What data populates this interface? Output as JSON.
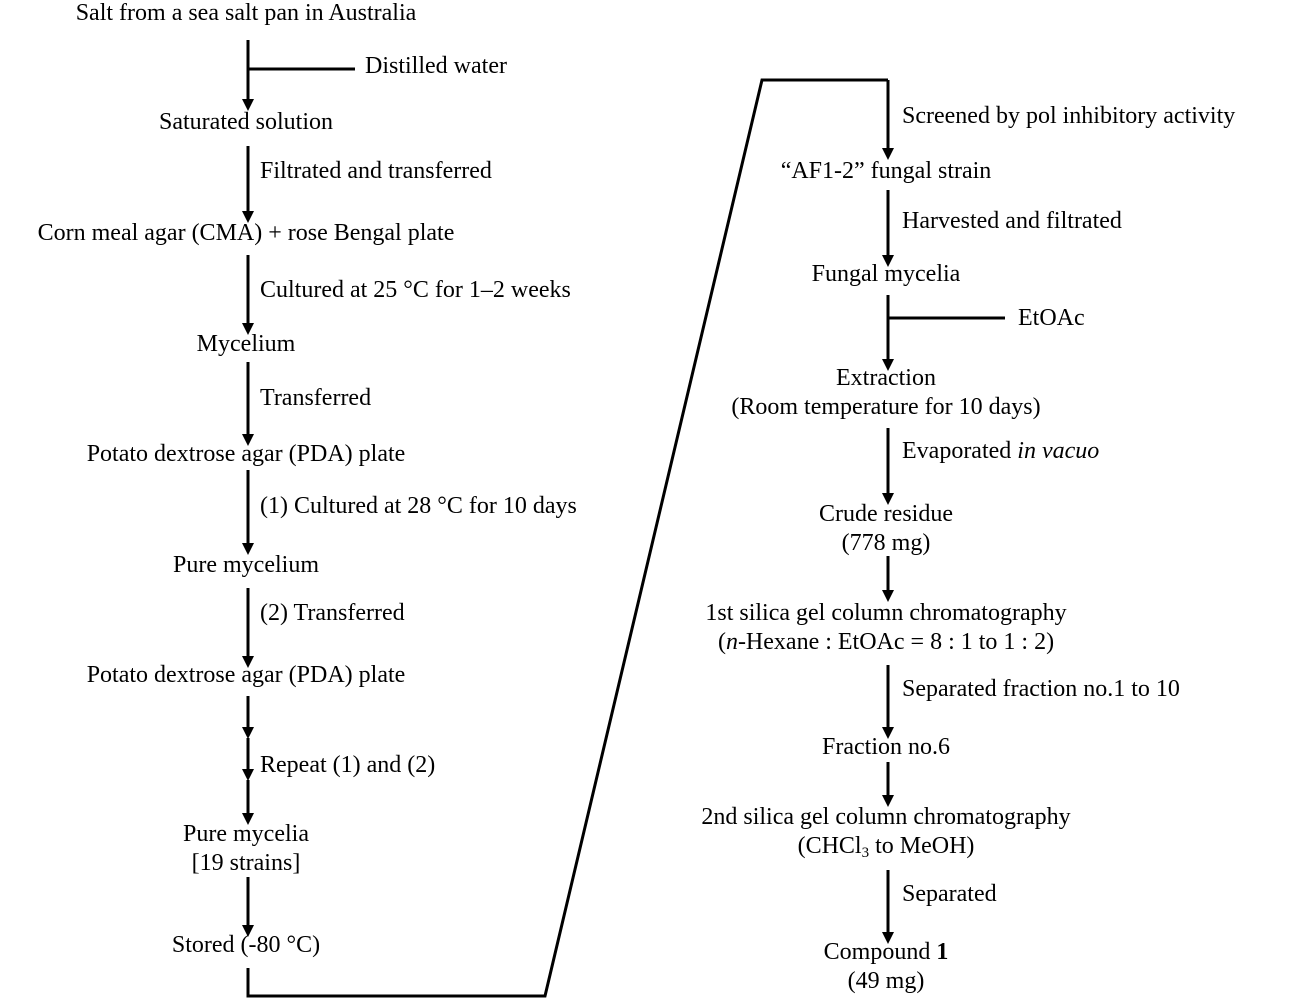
{
  "left": {
    "n1": "Salt from a sea salt pan in Australia",
    "add_water": "Distilled water",
    "n2": "Saturated solution",
    "s2": "Filtrated and transferred",
    "n3": "Corn meal agar (CMA) + rose Bengal plate",
    "s3": "Cultured at 25 °C for 1–2 weeks",
    "n4": "Mycelium",
    "s4": "Transferred",
    "n5": "Potato dextrose agar (PDA) plate",
    "s5": "(1) Cultured at 28 °C for 10 days",
    "n6": "Pure mycelium",
    "s6": "(2) Transferred",
    "n7": "Potato dextrose agar (PDA) plate",
    "s7": "Repeat (1) and (2)",
    "n8_line1": "Pure mycelia",
    "n8_line2": "[19 strains]",
    "n9": "Stored (-80 °C)"
  },
  "right": {
    "s1": "Screened by pol inhibitory activity",
    "n1": "“AF1-2” fungal strain",
    "s2": "Harvested and filtrated",
    "n2": "Fungal mycelia",
    "add_solvent": "EtOAc",
    "n3_line1": "Extraction",
    "n3_line2": "(Room temperature for 10 days)",
    "s3_prefix": "Evaporated ",
    "s3_italic": "in vacuo",
    "n4_line1": "Crude residue",
    "n4_line2": "(778 mg)",
    "n5_line1": "1st silica gel column chromatography",
    "n5_line2_open": "(",
    "n5_line2_italic": "n",
    "n5_line2_rest": "-Hexane : EtOAc = 8 : 1 to 1 : 2)",
    "s5": "Separated fraction no.1 to 10",
    "n6": "Fraction no.6",
    "n7_line1": "2nd silica gel column chromatography",
    "n7_line2_prefix": "(CHCl",
    "n7_line2_sub": "3",
    "n7_line2_suffix": " to MeOH)",
    "s7": "Separated",
    "n8_prefix": "Compound ",
    "n8_bold": "1",
    "n8_line2": "(49 mg)"
  },
  "colors": {
    "ink": "#000000",
    "background": "#ffffff"
  }
}
